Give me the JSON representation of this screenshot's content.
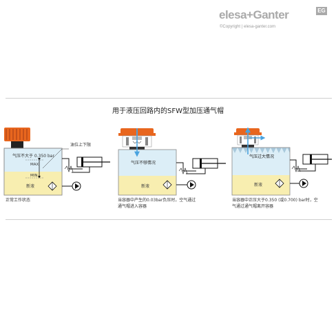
{
  "brand": {
    "logo": "elesa+Ganter",
    "badge": "EG",
    "copyright": "©Copyright | elesa-ganter.com"
  },
  "title": "用于液压回路内的SFW型加压通气帽",
  "panels": [
    {
      "pressure_label": "气压不大于 0.350 bar",
      "level_label": "油位上下限",
      "max_label": "MAX",
      "min_label": "MIN",
      "oil_label": "新液",
      "caption_lines": [
        "正常工作状态"
      ]
    },
    {
      "state_label": "气压不够情况",
      "oil_label": "新液",
      "caption_lines": [
        "当容器中产生的0.03bar负压时，空气通过",
        "通气帽进入容器"
      ]
    },
    {
      "state_label": "气压过大情况",
      "oil_label": "新液",
      "caption_lines": [
        "当容器中正压大于0.350 (或0.700) bar时，空",
        "气通过通气帽离开容器"
      ]
    }
  ],
  "colors": {
    "cap_orange": "#e8661e",
    "tank_blue": "#dceef7",
    "oil_yellow": "#f8eeb0",
    "pipe_black": "#111111",
    "arrow_blue": "#4aa3df"
  }
}
